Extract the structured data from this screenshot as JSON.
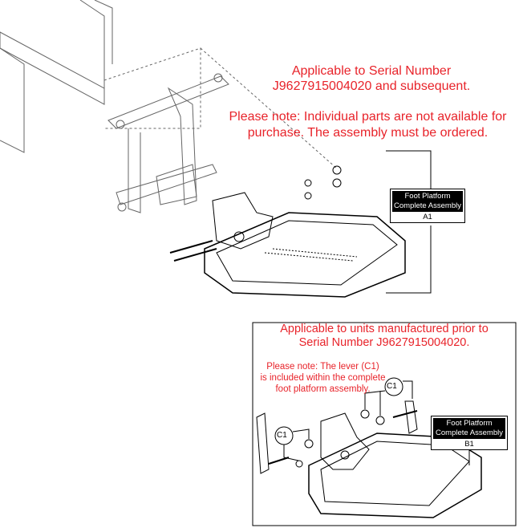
{
  "top_notice": {
    "line1": "Applicable to Serial Number",
    "line2": "J9627915004020 and subsequent.",
    "line3": "Please note: Individual parts are not available for",
    "line4": "purchase. The assembly must be ordered."
  },
  "label_a1": {
    "title1": "Foot Platform",
    "title2": "Complete Assembly",
    "id": "A1"
  },
  "bottom_notice": {
    "line1": "Applicable to units manufactured prior to",
    "line2": "Serial Number J9627915004020."
  },
  "lever_note": {
    "line1": "Please note: The lever (C1)",
    "line2": "is included within the complete",
    "line3": "foot platform assembly."
  },
  "callouts": {
    "c1_a": "C1",
    "c1_b": "C1"
  },
  "label_b1": {
    "title1": "Foot Platform",
    "title2": "Complete Assembly",
    "id": "B1"
  },
  "colors": {
    "note_red": "#e8232a"
  }
}
